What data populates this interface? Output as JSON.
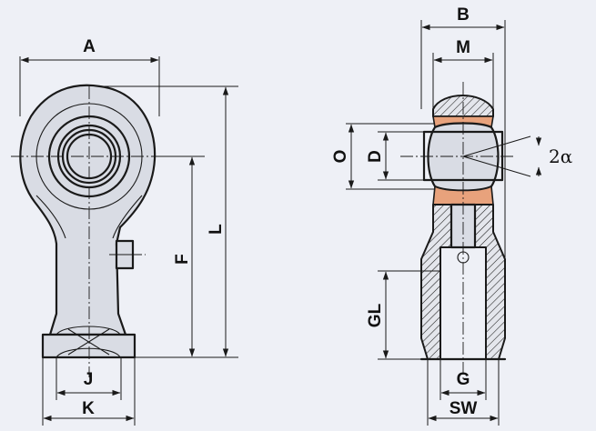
{
  "labels": {
    "A": "A",
    "B": "B",
    "M": "M",
    "O": "O",
    "D": "D",
    "angle": "2α",
    "F": "F",
    "L": "L",
    "GL": "GL",
    "J": "J",
    "K": "K",
    "G": "G",
    "SW": "SW"
  },
  "colors": {
    "background": "#eef0f6",
    "bronze_liner": "#e8a27c",
    "line": "#1a1a1a"
  }
}
